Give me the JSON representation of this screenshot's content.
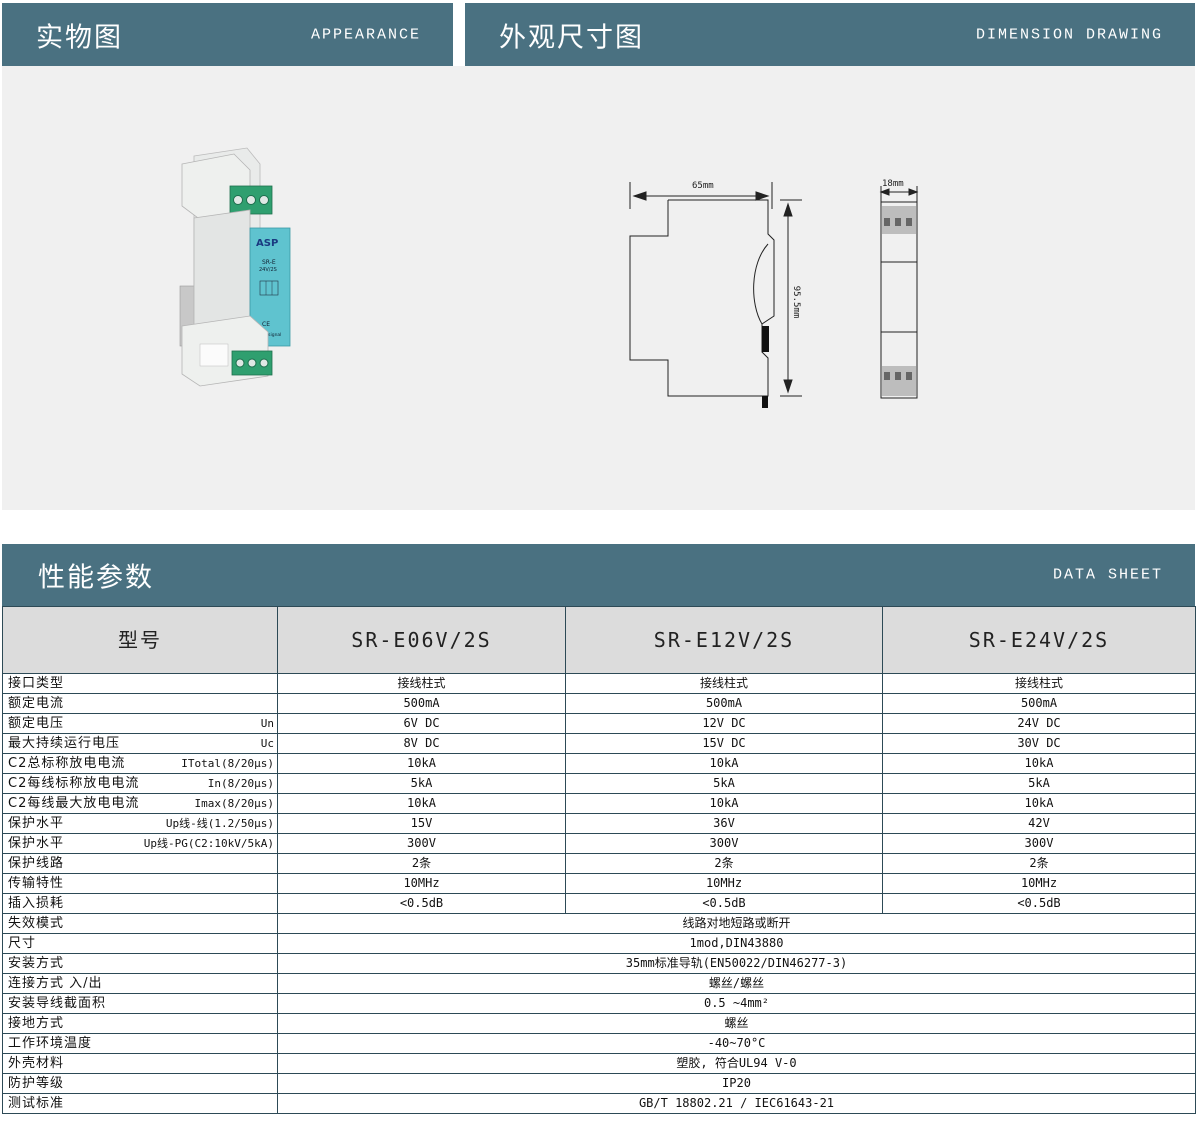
{
  "sections": {
    "appearance": {
      "cn": "实物图",
      "en": "APPEARANCE"
    },
    "dimension": {
      "cn": "外观尺寸图",
      "en": "DIMENSION DRAWING"
    },
    "datasheet": {
      "cn": "性能参数",
      "en": "DATA SHEET"
    }
  },
  "product": {
    "brand": "ASP",
    "model_label": "SR-E",
    "model_sub": "24V/2S",
    "mark": "CE",
    "maker": "SAPHsignal"
  },
  "dimensions": {
    "width": "65mm",
    "height": "95.5mm",
    "depth": "18mm"
  },
  "table": {
    "header": {
      "name": "型号",
      "models": [
        "SR-E06V/2S",
        "SR-E12V/2S",
        "SR-E24V/2S"
      ]
    },
    "rows": [
      {
        "label": "接口类型",
        "symbol": "",
        "values": [
          "接线柱式",
          "接线柱式",
          "接线柱式"
        ]
      },
      {
        "label": "额定电流",
        "symbol": "",
        "values": [
          "500mA",
          "500mA",
          "500mA"
        ]
      },
      {
        "label": "额定电压",
        "symbol": "Un",
        "values": [
          "6V DC",
          "12V DC",
          "24V DC"
        ]
      },
      {
        "label": "最大持续运行电压",
        "symbol": "Uc",
        "values": [
          "8V DC",
          "15V DC",
          "30V DC"
        ]
      },
      {
        "label": "C2总标称放电电流",
        "symbol": "ITotal(8/20μs)",
        "values": [
          "10kA",
          "10kA",
          "10kA"
        ]
      },
      {
        "label": "C2每线标称放电电流",
        "symbol": "In(8/20μs)",
        "values": [
          "5kA",
          "5kA",
          "5kA"
        ]
      },
      {
        "label": "C2每线最大放电电流",
        "symbol": "Imax(8/20μs)",
        "values": [
          "10kA",
          "10kA",
          "10kA"
        ]
      },
      {
        "label": "保护水平",
        "symbol": "Up线-线(1.2/50μs)",
        "values": [
          "15V",
          "36V",
          "42V"
        ]
      },
      {
        "label": "保护水平",
        "symbol": "Up线-PG(C2:10kV/5kA)",
        "values": [
          "300V",
          "300V",
          "300V"
        ]
      },
      {
        "label": "保护线路",
        "symbol": "",
        "values": [
          "2条",
          "2条",
          "2条"
        ]
      },
      {
        "label": "传输特性",
        "symbol": "",
        "values": [
          "10MHz",
          "10MHz",
          "10MHz"
        ]
      },
      {
        "label": "插入损耗",
        "symbol": "",
        "values": [
          "<0.5dB",
          "<0.5dB",
          "<0.5dB"
        ]
      }
    ],
    "common_rows": [
      {
        "label": "失效模式",
        "value": "线路对地短路或断开"
      },
      {
        "label": "尺寸",
        "value": "1mod,DIN43880"
      },
      {
        "label": "安装方式",
        "value": "35mm标准导轨(EN50022/DIN46277-3)"
      },
      {
        "label": "连接方式 入/出",
        "value": "螺丝/螺丝"
      },
      {
        "label": "安装导线截面积",
        "value": "0.5 ~4mm²"
      },
      {
        "label": "接地方式",
        "value": "螺丝"
      },
      {
        "label": "工作环境温度",
        "value": "-40~70°C"
      },
      {
        "label": "外壳材料",
        "value": "塑胶, 符合UL94 V-0"
      },
      {
        "label": "防护等级",
        "value": "IP20"
      },
      {
        "label": "测试标准",
        "value": "GB/T 18802.21 / IEC61643-21"
      }
    ]
  }
}
